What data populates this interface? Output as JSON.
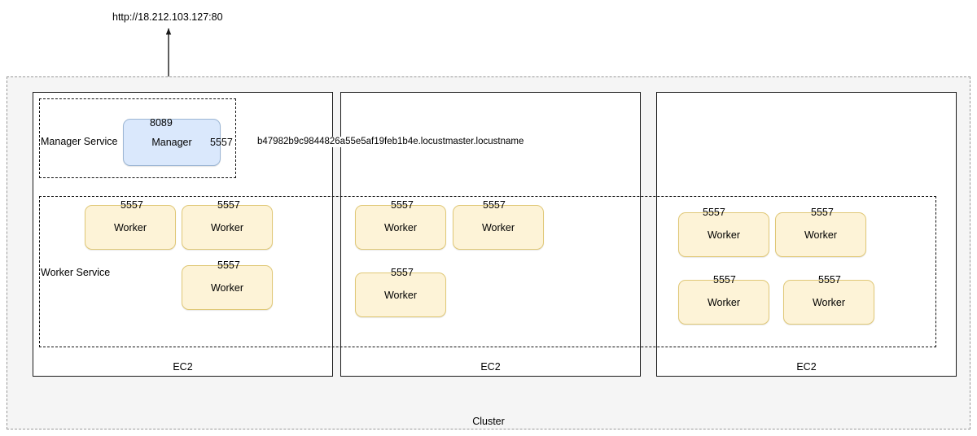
{
  "diagram": {
    "title_text": "http://18.212.103.127:80",
    "cluster": {
      "label": "Cluster"
    },
    "hosts": [
      {
        "label": "EC2"
      },
      {
        "label": "EC2"
      },
      {
        "label": "EC2"
      }
    ],
    "services": [
      {
        "label": "Manager Service"
      },
      {
        "label": "Worker Service"
      }
    ],
    "manager": {
      "label": "Manager",
      "port_top": "8089",
      "port_right": "5557"
    },
    "hostname_edge_label": "b47982b9c9844826a55e5af19feb1b4e.locustmaster.locustname",
    "workers": [
      {
        "label": "Worker",
        "port": "5557",
        "host": 1
      },
      {
        "label": "Worker",
        "port": "5557",
        "host": 1
      },
      {
        "label": "Worker",
        "port": "5557",
        "host": 1
      },
      {
        "label": "Worker",
        "port": "5557",
        "host": 2
      },
      {
        "label": "Worker",
        "port": "5557",
        "host": 2
      },
      {
        "label": "Worker",
        "port": "5557",
        "host": 2
      },
      {
        "label": "Worker",
        "port": "5557",
        "host": 3
      },
      {
        "label": "Worker",
        "port": "5557",
        "host": 3
      },
      {
        "label": "Worker",
        "port": "5557",
        "host": 3
      },
      {
        "label": "Worker",
        "port": "5557",
        "host": 3
      }
    ],
    "colors": {
      "manager_fill": "#dae8fc",
      "manager_stroke": "#9cb6d4",
      "worker_fill": "#fdf3d7",
      "worker_stroke": "#e0c877",
      "cluster_fill": "#f5f5f5",
      "cluster_stroke": "#999999",
      "host_stroke": "#1a1a1a",
      "edge_stroke": "#1a1a1a"
    }
  }
}
